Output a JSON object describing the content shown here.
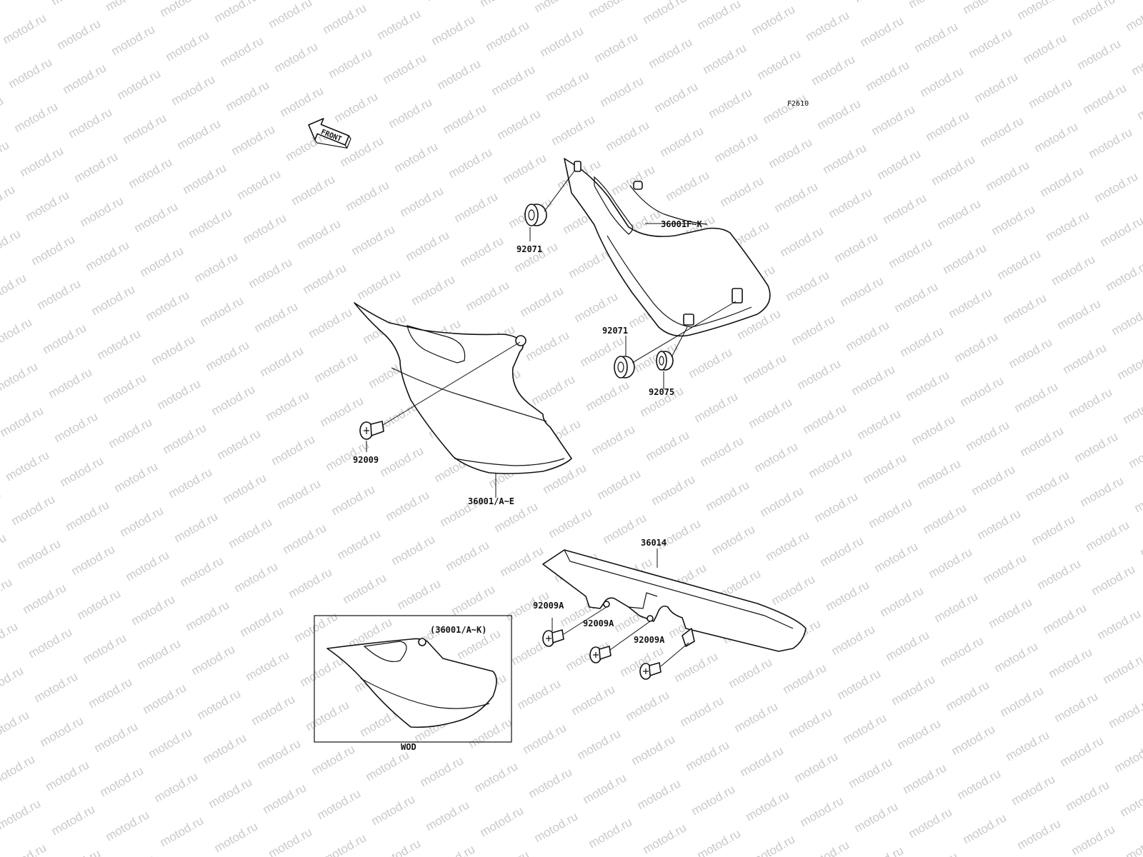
{
  "watermark": {
    "text": "motod.ru"
  },
  "figure_code": "F2610",
  "front_arrow": {
    "label": "FRONT"
  },
  "callouts": {
    "p36001FK": "36001F~K",
    "p92071_top": "92071",
    "p92071_mid": "92071",
    "p92075": "92075",
    "p92009": "92009",
    "p36001AE": "36001/A~E",
    "p36014": "36014",
    "p92009A_1": "92009A",
    "p92009A_2": "92009A",
    "p92009A_3": "92009A"
  },
  "inset": {
    "part_ref": "(36001/A~K)",
    "caption": "WOD"
  }
}
